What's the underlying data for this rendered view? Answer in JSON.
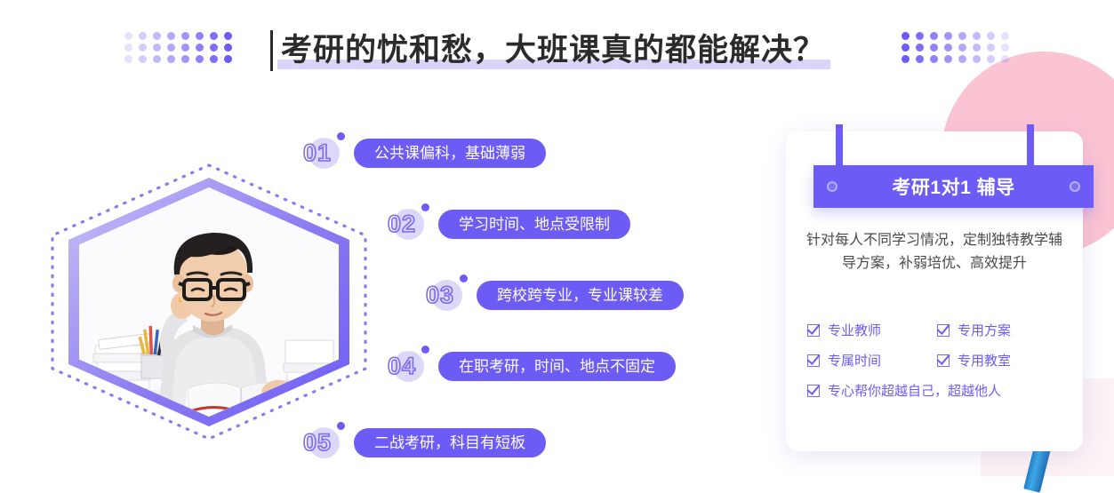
{
  "header": {
    "title": "考研的忧和愁，大班课真的都能解决？",
    "dot_color": "#6C5CF5",
    "highlight_color": "#D9D4F8"
  },
  "photo": {
    "alt": "学生思考照片",
    "frame_shape": "hexagon"
  },
  "problems": [
    {
      "number": "01",
      "label": "公共课偏科，基础薄弱"
    },
    {
      "number": "02",
      "label": "学习时间、地点受限制"
    },
    {
      "number": "03",
      "label": "跨校跨专业，专业课较差"
    },
    {
      "number": "04",
      "label": "在职考研，时间、地点不固定"
    },
    {
      "number": "05",
      "label": "二战考研，科目有短板"
    }
  ],
  "card": {
    "banner_title": "考研1对1 辅导",
    "description": "针对每人不同学习情况，定制独特教学辅导方案，补弱培优、高效提升",
    "features": [
      "专业教师",
      "专用方案",
      "专属时间",
      "专用教室",
      "专心帮你超越自己，超越他人"
    ]
  },
  "colors": {
    "accent": "#6C5CF5",
    "accent_light": "#DCD8F7",
    "pink": "#FAC4D2",
    "pen_blue": "#3FA9E8"
  }
}
